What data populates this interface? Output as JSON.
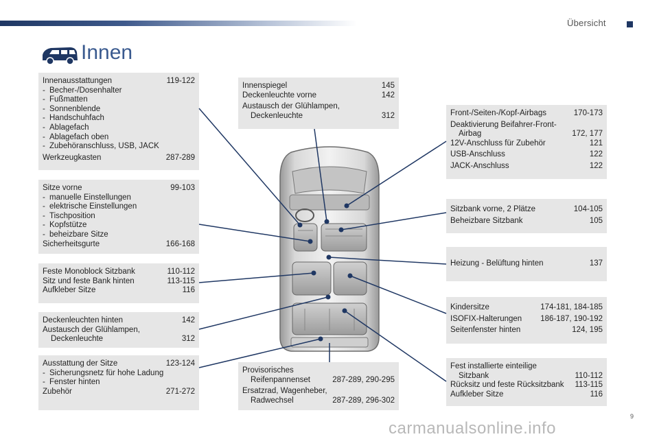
{
  "header": {
    "title": "Übersicht"
  },
  "page": {
    "heading": "Innen",
    "number": "9"
  },
  "watermark": "carmanualsonline.info",
  "boxes": {
    "innenausstattungen": {
      "title": "Innenausstattungen",
      "title_pages": "119-122",
      "items": [
        "Becher-/Dosenhalter",
        "Fußmatten",
        "Sonnenblende",
        "Handschuhfach",
        "Ablagefach",
        "Ablagefach oben",
        "Zubehöranschluss, USB, JACK"
      ],
      "footer": "Werkzeugkasten",
      "footer_pages": "287-289"
    },
    "sitze_vorne": {
      "title": "Sitze vorne",
      "title_pages": "99-103",
      "items": [
        "manuelle Einstellungen",
        "elektrische Einstellungen",
        "Tischposition",
        "Kopfstütze",
        "beheizbare Sitze"
      ],
      "footer": "Sicherheitsgurte",
      "footer_pages": "166-168"
    },
    "monoblock": {
      "rows": [
        {
          "label": "Feste Monoblock Sitzbank",
          "pages": "110-112"
        },
        {
          "label": "Sitz und feste Bank hinten",
          "pages": "113-115"
        },
        {
          "label": "Aufkleber Sitze",
          "pages": "116"
        }
      ]
    },
    "deckenleuchten_hinten": {
      "row1_label": "Deckenleuchten hinten",
      "row1_pages": "142",
      "row2_line1": "Austausch der Glühlampen,",
      "row2_line2": "Deckenleuchte",
      "row2_pages": "312"
    },
    "ausstattung_sitze": {
      "title": "Ausstattung der Sitze",
      "title_pages": "123-124",
      "items": [
        "Sicherungsnetz für hohe Ladung",
        "Fenster hinten"
      ],
      "footer": "Zubehör",
      "footer_pages": "271-272"
    },
    "innenspiegel": {
      "row1_label": "Innenspiegel",
      "row1_pages": "145",
      "row2_label": "Deckenleuchte vorne",
      "row2_pages": "142",
      "row3_line1": "Austausch der Glühlampen,",
      "row3_line2": "Deckenleuchte",
      "row3_pages": "312"
    },
    "reifenpanne": {
      "row1_line1": "Provisorisches",
      "row1_line2": "Reifenpannenset",
      "row1_pages": "287-289, 290-295",
      "row2_line1": "Ersatzrad, Wagenheber,",
      "row2_line2": "Radwechsel",
      "row2_pages": "287-289, 296-302"
    },
    "airbags": {
      "row1_label": "Front-/Seiten-/Kopf-Airbags",
      "row1_pages": "170-173",
      "row2_line1": "Deaktivierung Beifahrer-Front-",
      "row2_line2": "Airbag",
      "row2_pages": "172, 177",
      "row3_label": "12V-Anschluss für Zubehör",
      "row3_pages": "121",
      "row4_label": "USB-Anschluss",
      "row4_pages": "122",
      "row5_label": "JACK-Anschluss",
      "row5_pages": "122"
    },
    "sitzbank_vorne": {
      "row1_label": "Sitzbank vorne, 2 Plätze",
      "row1_pages": "104-105",
      "row2_label": "Beheizbare Sitzbank",
      "row2_pages": "105"
    },
    "heizung": {
      "row1_label": "Heizung - Belüftung hinten",
      "row1_pages": "137"
    },
    "kindersitze": {
      "row1_label": "Kindersitze",
      "row1_pages": "174-181, 184-185",
      "row2_label": "ISOFIX-Halterungen",
      "row2_pages": "186-187, 190-192",
      "row3_label": "Seitenfenster hinten",
      "row3_pages": "124, 195"
    },
    "fest_sitzbank": {
      "row1_line1": "Fest installierte einteilige",
      "row1_line2": "Sitzbank",
      "row1_pages": "110-112",
      "row2_label": "Rücksitz und feste Rücksitzbank",
      "row2_pages": "113-115",
      "row3_label": "Aufkleber Sitze",
      "row3_pages": "116"
    }
  },
  "colors": {
    "accent": "#3a5a8f",
    "header_dark": "#1f3763",
    "box_bg": "#e6e6e6",
    "leader": "#1f3763"
  }
}
